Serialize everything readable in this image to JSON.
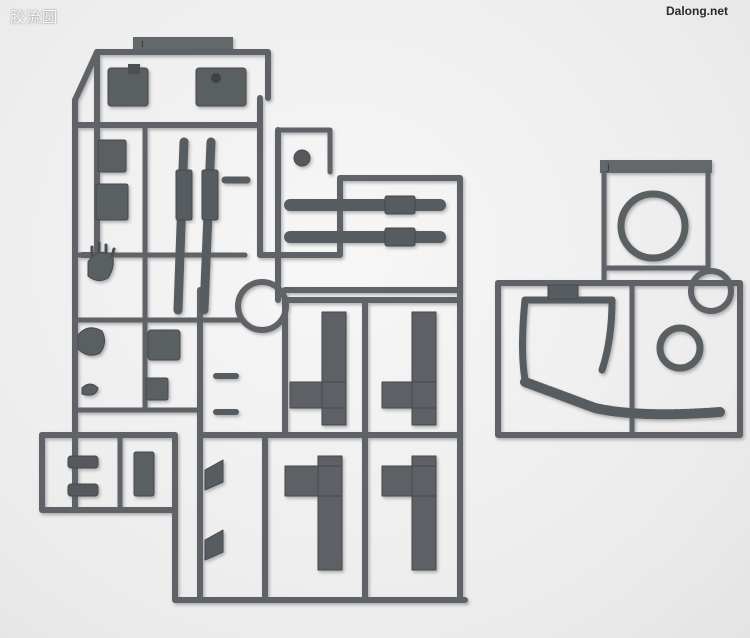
{
  "watermarks": {
    "top_left": "胶流圆",
    "top_right": "Dalong.net"
  },
  "colors": {
    "background": "#eeeeee",
    "plastic": "#5f6367",
    "plastic_dark": "#474a4e"
  },
  "subject": {
    "runners": [
      "runner-main-large",
      "runner-small-right"
    ],
    "tag_marks": [
      "I",
      "J"
    ]
  }
}
